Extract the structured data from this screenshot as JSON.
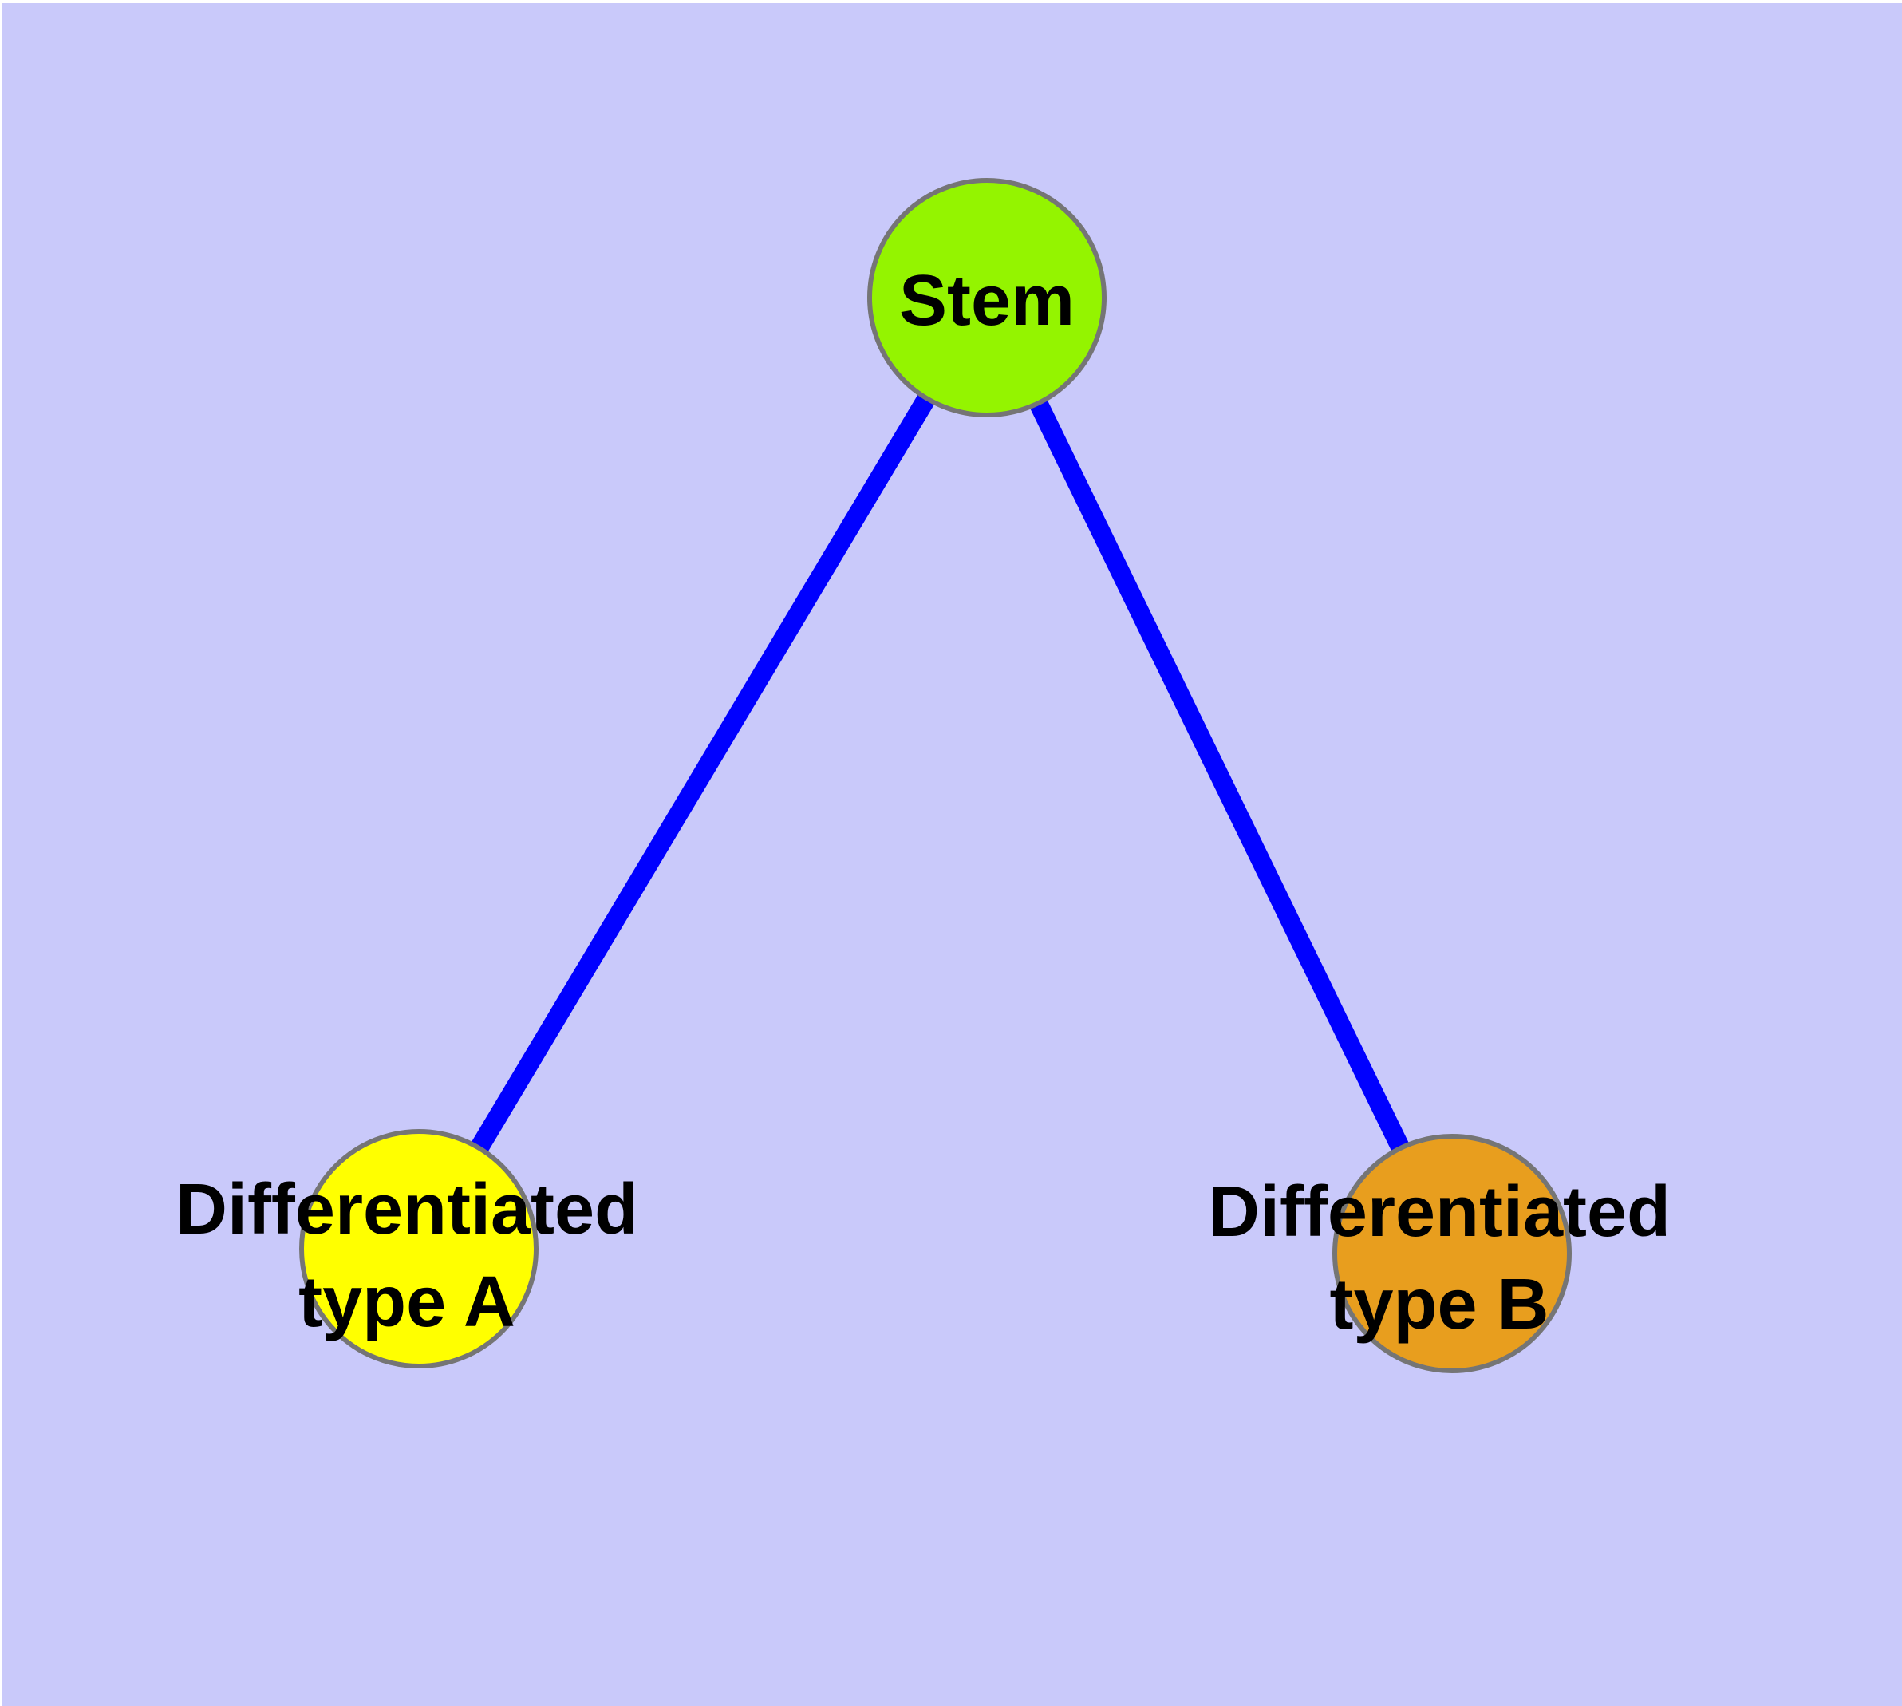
{
  "diagram": {
    "type": "graph",
    "background_color": "#C9C9FA",
    "edge_color": "#0000FF",
    "node_border_color": "#757575",
    "label_color": "#000000",
    "nodes": {
      "stem": {
        "label": "Stem",
        "color": "#94F400"
      },
      "type_a": {
        "label_line1": "Differentiated",
        "label_line2": "type A",
        "color": "#FFFF00"
      },
      "type_b": {
        "label_line1": "Differentiated",
        "label_line2": "type B",
        "color": "#E89E1E"
      }
    },
    "edges": [
      {
        "from": "Stem",
        "to": "Differentiated type A"
      },
      {
        "from": "Stem",
        "to": "Differentiated type B"
      }
    ]
  }
}
